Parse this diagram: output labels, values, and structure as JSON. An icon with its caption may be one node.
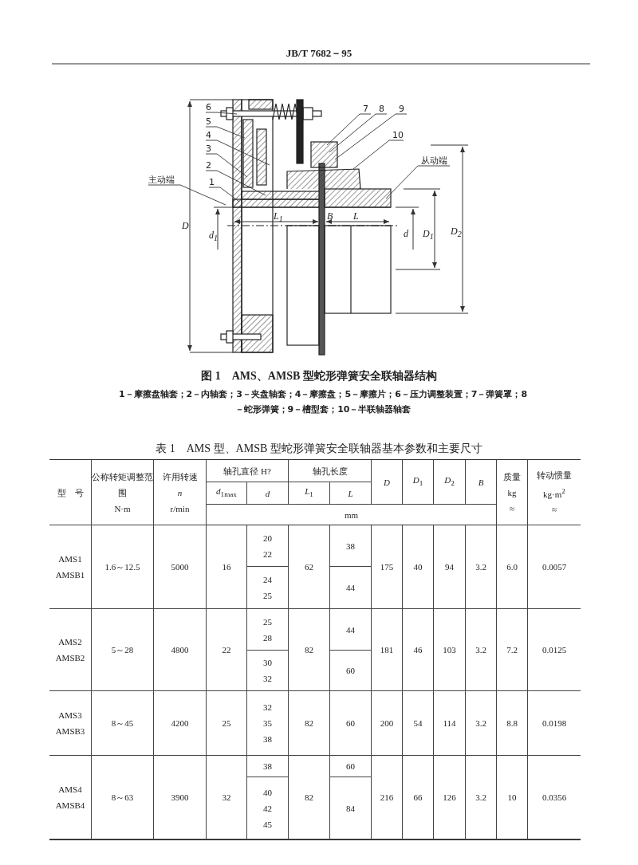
{
  "diagram": {
    "caption": "图 1　AMS、AMSB 型蛇形弹簧安全联轴器结构",
    "nodes": [
      {
        "text": [
          "6"
        ]
      },
      {
        "text": [
          "7"
        ]
      },
      {
        "text": [
          "8"
        ]
      },
      {
        "text": [
          "9"
        ]
      },
      {
        "text": [
          "5"
        ]
      },
      {
        "text": [
          "4"
        ]
      },
      {
        "text": [
          "10"
        ]
      },
      {
        "text": [
          "3"
        ]
      },
      {
        "text": [
          "从动端"
        ]
      },
      {
        "text": [
          "2"
        ]
      },
      {
        "text": [
          "主动端"
        ]
      },
      {
        "text": [
          "1"
        ]
      }
    ],
    "edges": [
      {
        "from": 0,
        "to": null,
        "arrow": "none"
      },
      {
        "from": 1,
        "to": null,
        "arrow": "none"
      },
      {
        "from": 2,
        "to": null,
        "arrow": "none"
      },
      {
        "from": 3,
        "to": null,
        "arrow": "none"
      },
      {
        "from": 4,
        "to": null,
        "arrow": "none"
      },
      {
        "from": 5,
        "to": null,
        "arrow": "none"
      },
      {
        "from": 6,
        "to": null,
        "arrow": "none"
      },
      {
        "from": 7,
        "to": null,
        "arrow": "none"
      },
      {
        "from": 8,
        "to": null,
        "arrow": "none"
      },
      {
        "from": 9,
        "to": null,
        "arrow": "none"
      },
      {
        "from": 10,
        "to": null,
        "arrow": "none"
      },
      {
        "from": 11,
        "to": null,
        "arrow": "none"
      }
    ],
    "labels": [
      "JB/T 7682－95",
      "D",
      "*d*$_{1}$",
      "*L*$_{1}$",
      "B",
      "L",
      "d",
      "*D*$_{1}$",
      "*D*$_{2}$",
      "1－摩擦盘轴套；2－内轴套；3－夹盘轴套；4－摩擦盘；5－摩擦片；6－压力调整装置；7－弹簧罩；8－蛇形弹簧；9－槽型套；10－半联轴器轴套",
      "表 1　AMS 型、AMSB 型蛇形弹簧安全联轴器基本参数和主要尺寸",
      "型　号",
      "公称转矩调整范围",
      "N·m",
      "许用转速",
      "n",
      "r/min",
      "轴孔直径 H?",
      "轴孔长度",
      "D",
      "*D*$_{1}$",
      "*D*$_{2}$",
      "B",
      "质量",
      "kg",
      "≈",
      "转动惯量",
      "kg·m$^{2}$",
      "≈",
      "*d*$_{1max}$",
      "d",
      "*L*$_{1}$",
      "L",
      "mm",
      "AMS1",
      "AMSB1",
      "1.6～12.5",
      "5000",
      "16",
      "20",
      "22",
      "62",
      "38",
      "175",
      "40",
      "94",
      "3.2",
      "6.0",
      "0.0057",
      "24",
      "25",
      "44",
      "AMS2",
      "AMSB2",
      "5～28",
      "4800",
      "22",
      "25",
      "28",
      "82",
      "44",
      "181",
      "46",
      "103",
      "3.2",
      "7.2",
      "0.0125",
      "30",
      "32",
      "60",
      "AMS3",
      "AMSB3",
      "8～45",
      "4200",
      "25",
      "32",
      "35",
      "38",
      "82",
      "60",
      "200",
      "54",
      "114",
      "3.2",
      "8.8",
      "0.0198",
      "AMS4",
      "AMSB4",
      "8～63",
      "3900",
      "32",
      "38",
      "82",
      "60",
      "216",
      "66",
      "126",
      "3.2",
      "10",
      "0.0356",
      "40",
      "42",
      "45",
      "84"
    ]
  }
}
